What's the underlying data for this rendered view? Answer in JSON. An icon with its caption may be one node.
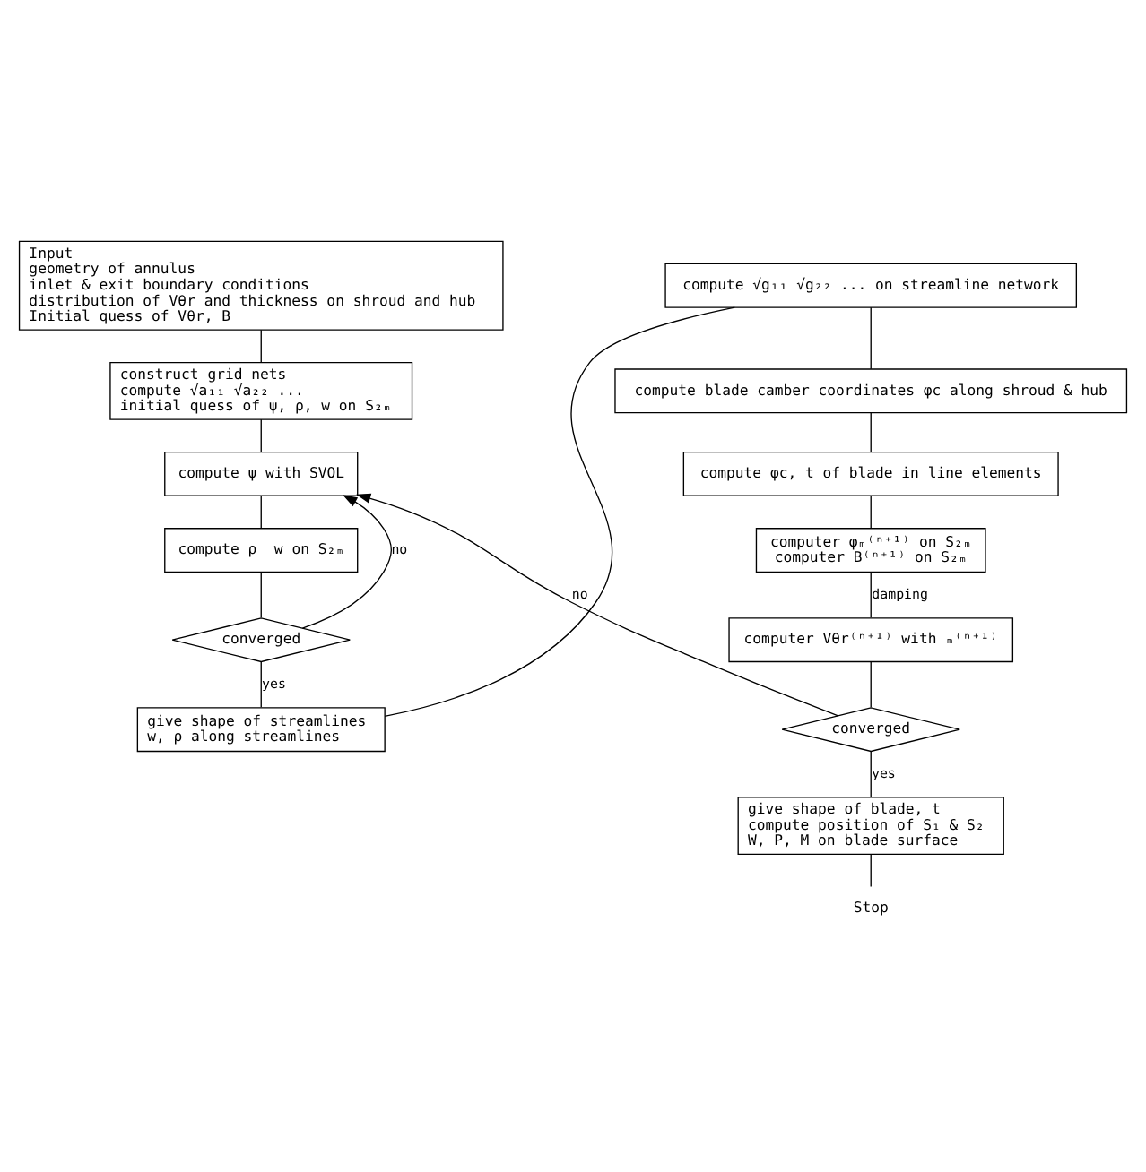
{
  "diagram": {
    "nodes": [
      {
        "text": [
          "Input",
          "geometry of annulus",
          "inlet & exit boundary conditions",
          "distribution of Vθr and thickness on shroud and hub",
          "Initial quess of Vθr, B"
        ]
      },
      {
        "text": [
          "construct grid nets",
          "compute √a₁₁ √a₂₂ ...",
          "initial quess of ψ, ρ, w on S₂ₘ"
        ]
      },
      {
        "text": [
          "compute ψ with SVOL"
        ]
      },
      {
        "text": [
          "compute ρ  w on S₂ₘ"
        ]
      },
      {
        "text": [
          "converged"
        ]
      },
      {
        "text": [
          "give shape of streamlines",
          "w, ρ along streamlines"
        ]
      },
      {
        "text": [
          "compute √g₁₁ √g₂₂ ... on streamline network"
        ]
      },
      {
        "text": [
          "compute blade camber coordinates φc along shroud & hub"
        ]
      },
      {
        "text": [
          "compute φc, t of blade in line elements"
        ]
      },
      {
        "text": [
          "computer φₘ⁽ⁿ⁺¹⁾ on S₂ₘ",
          "computer B⁽ⁿ⁺¹⁾ on S₂ₘ"
        ]
      },
      {
        "text": [
          "computer Vθr⁽ⁿ⁺¹⁾ with ₘ⁽ⁿ⁺¹⁾"
        ]
      },
      {
        "text": [
          "converged"
        ]
      },
      {
        "text": [
          "give shape of blade, t",
          "compute position of S₁ & S₂",
          "W, P, M on blade surface"
        ]
      },
      {
        "text": [
          "Stop"
        ]
      }
    ],
    "edges": [
      {
        "from": 0,
        "to": 1,
        "arrow": "none"
      },
      {
        "from": 1,
        "to": 2,
        "arrow": "none"
      },
      {
        "from": 2,
        "to": 3,
        "arrow": "none"
      },
      {
        "from": 3,
        "to": 4,
        "arrow": "none"
      },
      {
        "from": 4,
        "to": 2,
        "arrow": "to",
        "label": "no"
      },
      {
        "from": 4,
        "to": 5,
        "arrow": "none",
        "label": "yes"
      },
      {
        "from": 5,
        "to": 6,
        "arrow": "none"
      },
      {
        "from": 6,
        "to": 7,
        "arrow": "none"
      },
      {
        "from": 7,
        "to": 8,
        "arrow": "none"
      },
      {
        "from": 8,
        "to": 9,
        "arrow": "none"
      },
      {
        "from": 9,
        "to": 10,
        "arrow": "none",
        "label": "damping"
      },
      {
        "from": 10,
        "to": 11,
        "arrow": "none"
      },
      {
        "from": 11,
        "to": 2,
        "arrow": "to",
        "label": "no"
      },
      {
        "from": 11,
        "to": 12,
        "arrow": "none",
        "label": "yes"
      },
      {
        "from": 12,
        "to": 13,
        "arrow": "none"
      }
    ]
  }
}
